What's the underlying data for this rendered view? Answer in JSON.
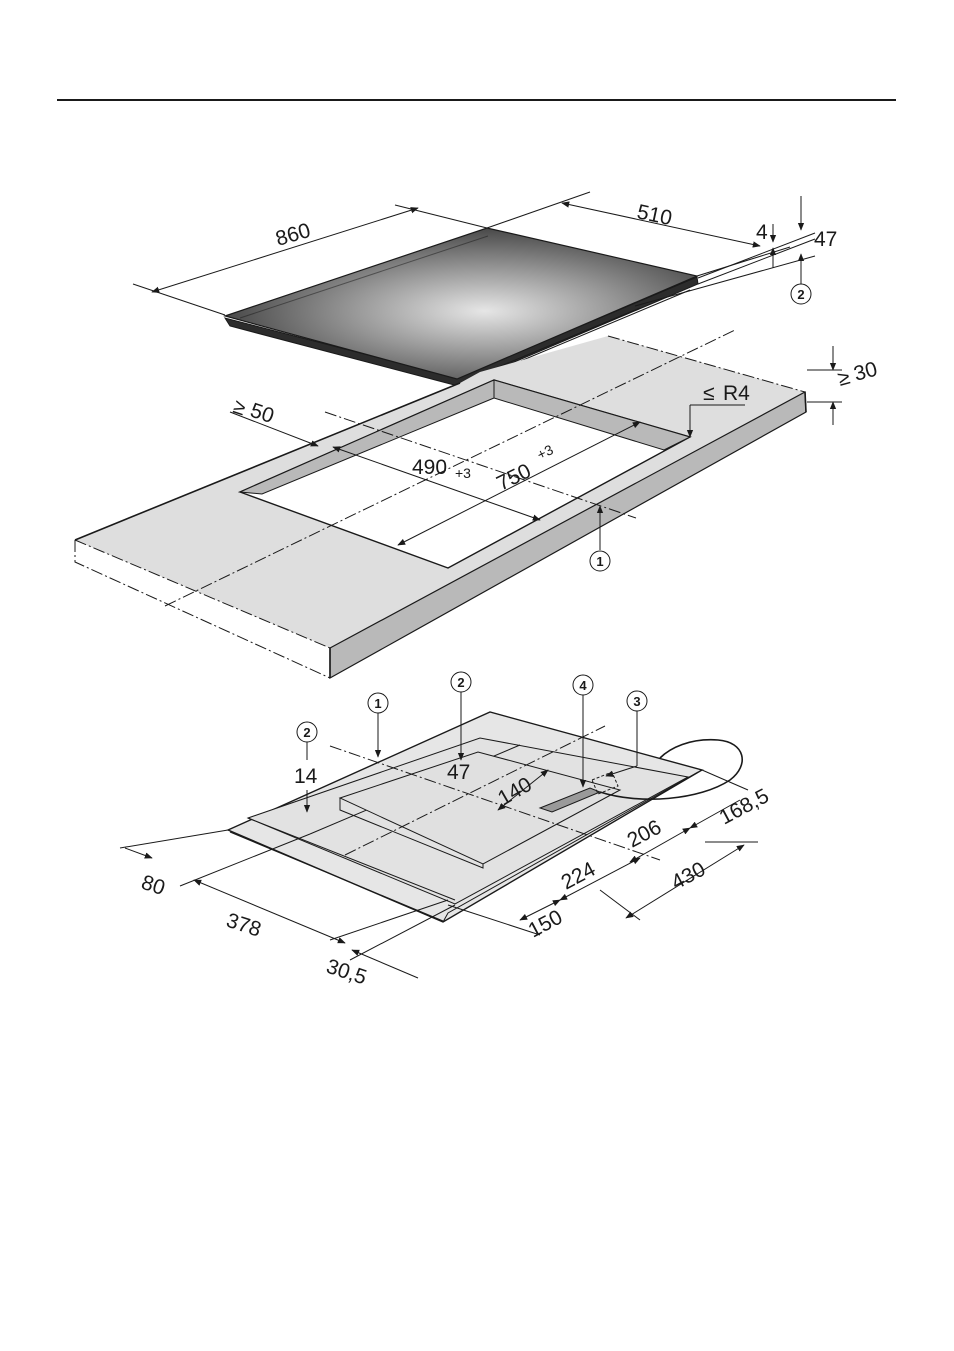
{
  "drawing": {
    "hob": {
      "width": "860",
      "depth": "510",
      "frame_thickness": "4",
      "total_height": "47"
    },
    "cutout": {
      "min_front_distance": "50",
      "depth": "490",
      "depth_tolerance": "+3",
      "width": "750",
      "width_tolerance": "+3",
      "corner_radius": "R4",
      "min_worktop_thickness": "30"
    },
    "underside": {
      "side_height": "14",
      "middle_height": "47",
      "dim_140": "140",
      "dim_80": "80",
      "dim_378": "378",
      "dim_30_5": "30,5",
      "dim_150": "150",
      "dim_224": "224",
      "dim_206": "206",
      "dim_430": "430",
      "dim_168_5": "168,5"
    },
    "callouts": {
      "c1": "1",
      "c2": "2",
      "c3": "3",
      "c4": "4"
    },
    "symbols": {
      "ge": "≥",
      "le": "≤"
    },
    "colors": {
      "worktop": "#dedede",
      "worktop_edge": "#b0b0b0",
      "glass_dark": "#3a3a3a",
      "glass_light": "#d8d8d8",
      "underside": "#e2e2e2",
      "connection_box": "#9a9a9a"
    }
  }
}
